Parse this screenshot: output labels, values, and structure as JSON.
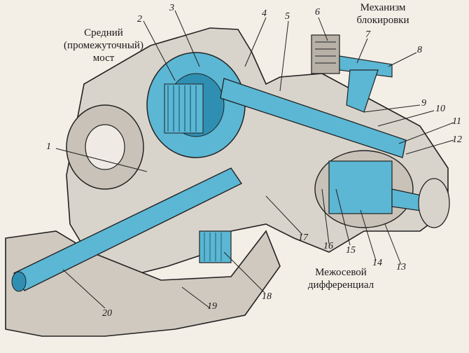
{
  "labels": {
    "middle_axle": [
      "Средний",
      "(промежуточный)",
      "мост"
    ],
    "lock_mechanism": [
      "Механизм",
      "блокировки"
    ],
    "interaxle_diff": [
      "Межосевой",
      "дифференциал"
    ]
  },
  "callouts": [
    "1",
    "2",
    "3",
    "4",
    "5",
    "6",
    "7",
    "8",
    "9",
    "10",
    "11",
    "12",
    "13",
    "14",
    "15",
    "16",
    "17",
    "18",
    "19",
    "20"
  ],
  "colors": {
    "blue": "#5bb7d4",
    "dark_blue": "#2f8fb3",
    "metal": "#d9d4cb",
    "shadow": "#9a958d",
    "line": "#222222"
  }
}
